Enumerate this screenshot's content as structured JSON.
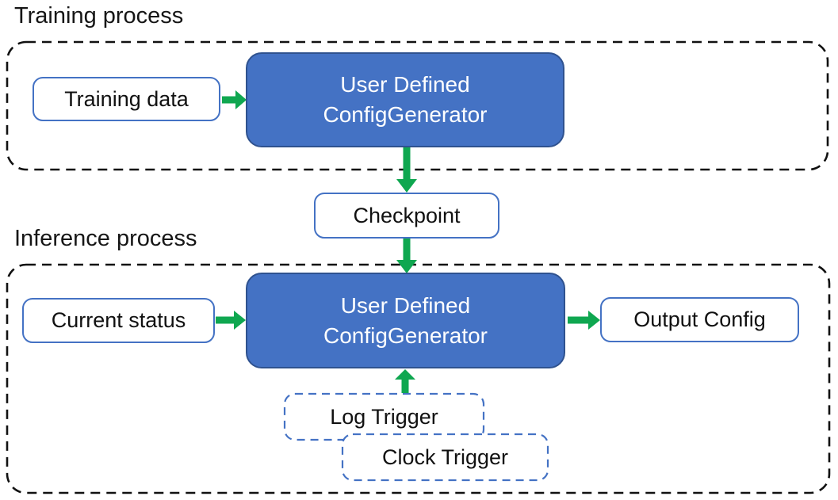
{
  "colors": {
    "accent_blue": "#4472C4",
    "accent_blue_dark": "#2F528F",
    "arrow_green": "#0FA750",
    "boundary_black": "#111111"
  },
  "training": {
    "section_label": "Training process",
    "input_box": "Training data",
    "generator": {
      "line1": "User Defined",
      "line2": "ConfigGenerator"
    }
  },
  "checkpoint_box": "Checkpoint",
  "inference": {
    "section_label": "Inference process",
    "input_box": "Current status",
    "generator": {
      "line1": "User Defined",
      "line2": "ConfigGenerator"
    },
    "output_box": "Output Config",
    "trigger_boxes": [
      "Log Trigger",
      "Clock Trigger"
    ]
  }
}
